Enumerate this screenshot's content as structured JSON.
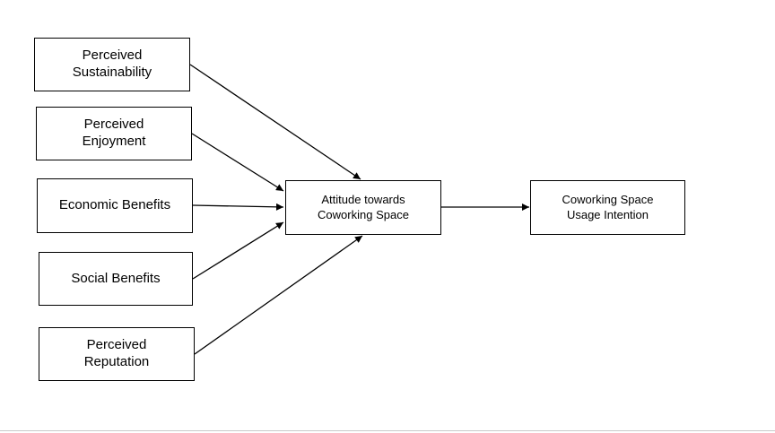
{
  "diagram": {
    "nodes": {
      "perceived_sustainability": [
        "Perceived",
        "Sustainability"
      ],
      "perceived_enjoyment": [
        "Perceived",
        "Enjoyment"
      ],
      "economic_benefits": [
        "Economic Benefits"
      ],
      "social_benefits": [
        "Social Benefits"
      ],
      "perceived_reputation": [
        "Perceived",
        "Reputation"
      ],
      "attitude": [
        "Attitude towards",
        "Coworking Space"
      ],
      "usage_intention": [
        "Coworking Space",
        "Usage Intention"
      ]
    },
    "edges": [
      {
        "from": "perceived_sustainability",
        "to": "attitude"
      },
      {
        "from": "perceived_enjoyment",
        "to": "attitude"
      },
      {
        "from": "economic_benefits",
        "to": "attitude"
      },
      {
        "from": "social_benefits",
        "to": "attitude"
      },
      {
        "from": "perceived_reputation",
        "to": "attitude"
      },
      {
        "from": "attitude",
        "to": "usage_intention"
      }
    ],
    "line_color": "#000000",
    "box_border_color": "#000000"
  }
}
